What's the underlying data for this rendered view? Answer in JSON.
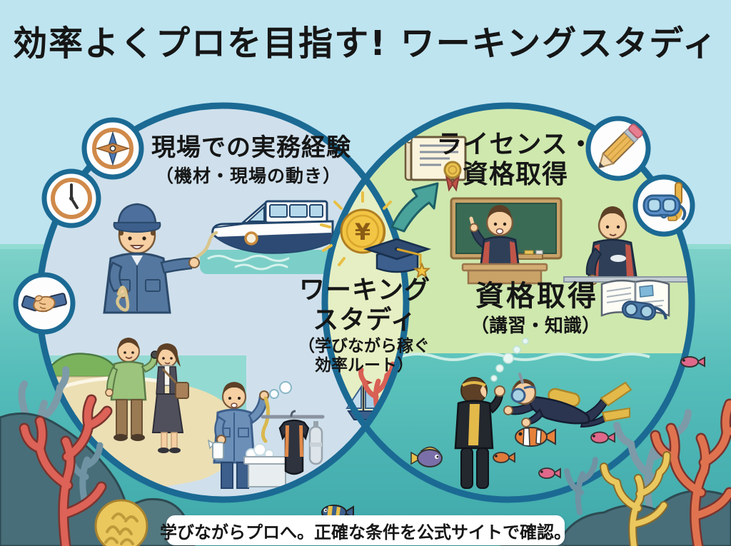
{
  "title": "効率よくプロを目指す! ワーキングスタディ",
  "venn": {
    "left_circle": {
      "heading": "現場での実務経験",
      "subheading": "（機材・現場の動き）"
    },
    "right_circle": {
      "heading_line1": "ライセンス・",
      "heading_line2": "資格取得",
      "section_heading": "資格取得",
      "section_subheading": "（講習・知識）"
    },
    "overlap": {
      "heading_line1": "ワーキング",
      "heading_line2": "スタディ",
      "subheading_line1": "（学びながら稼ぐ",
      "subheading_line2": "効率ルート）",
      "coin_symbol": "¥"
    }
  },
  "footer": {
    "note": "学びながらプロへ。正確な条件を公式サイトで確認。"
  },
  "icons": [
    "compass-icon",
    "clock-icon",
    "handshake-icon",
    "certificate-icon",
    "pencil-icon",
    "dive-mask-icon",
    "coin-icon",
    "graduation-cap-icon",
    "growth-arrow-icon",
    "sailboat-icon",
    "coral-icon"
  ],
  "colors": {
    "sky": "#bee4f0",
    "ocean": "#4fb6b4",
    "left_circle_fill": "#cfe0ec",
    "right_circle_fill": "#cfe8ae",
    "overlap_fill": "#e6efc3",
    "circle_border": "#1b6a94",
    "banner_bg": "#ffffff",
    "text": "#161616",
    "coin_gold": "#f2c544",
    "coral_red": "#dd6257",
    "coral_orange": "#e0734f",
    "coral_yellow": "#eac85e",
    "coral_blue": "#7d9aa8"
  }
}
